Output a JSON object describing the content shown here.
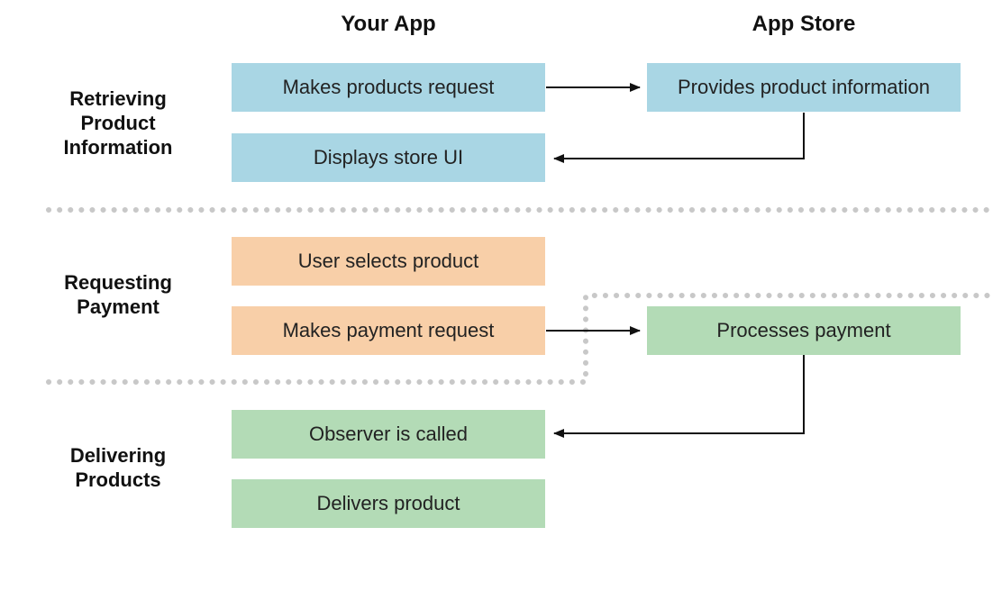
{
  "columns": {
    "app": "Your App",
    "store": "App Store"
  },
  "sections": {
    "retrieving": "Retrieving Product Information",
    "requesting": "Requesting Payment",
    "delivering": "Delivering Products"
  },
  "boxes": {
    "makes_products_request": "Makes products request",
    "provides_product_information": "Provides product information",
    "displays_store_ui": "Displays store UI",
    "user_selects_product": "User selects product",
    "makes_payment_request": "Makes payment request",
    "processes_payment": "Processes payment",
    "observer_is_called": "Observer is called",
    "delivers_product": "Delivers product"
  },
  "colors": {
    "retrieving": "#a9d6e4",
    "requesting": "#f8cfa8",
    "delivering": "#b3dbb6",
    "divider": "#c8c8c8",
    "arrow": "#111111"
  }
}
